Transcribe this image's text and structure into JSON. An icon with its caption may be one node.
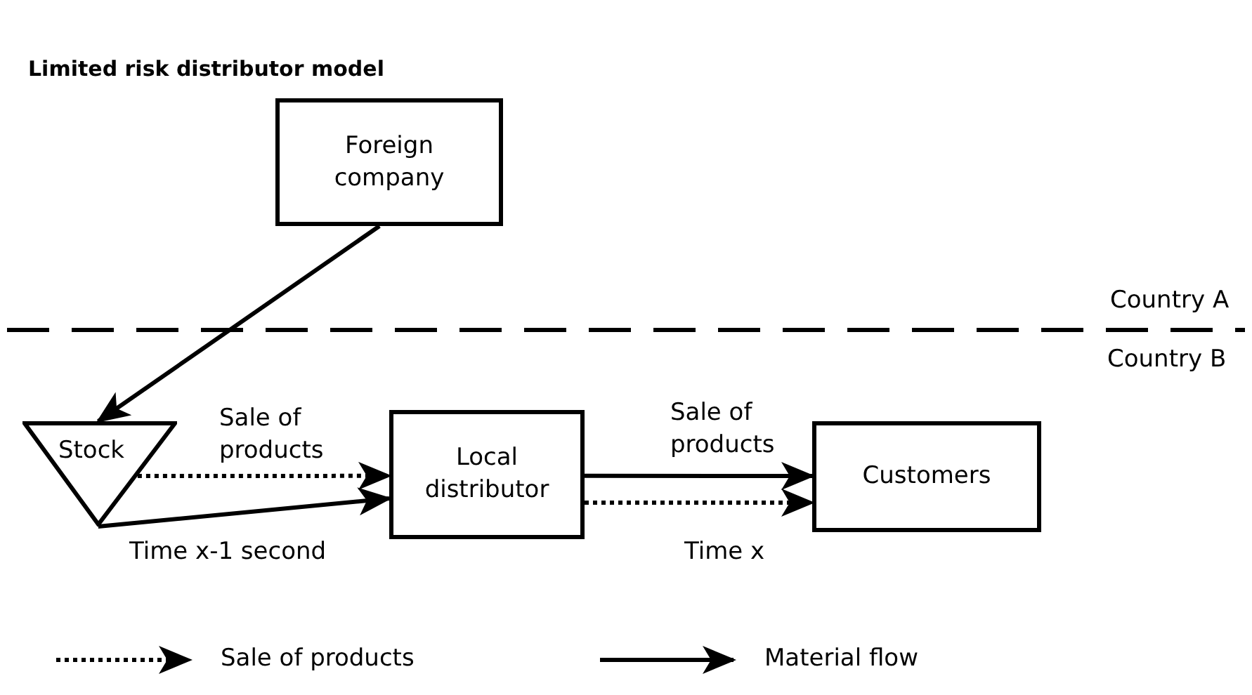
{
  "diagram": {
    "title": "Limited risk distributor model",
    "nodes": [
      {
        "text": [
          "Foreign company"
        ]
      },
      {
        "text": [
          "Stock"
        ]
      },
      {
        "text": [
          "Local distributor"
        ]
      },
      {
        "text": [
          "Customers"
        ]
      }
    ],
    "edges": [
      {
        "from": 0,
        "to": 1,
        "arrow": "to"
      },
      {
        "from": 1,
        "to": 2,
        "arrow": "to",
        "style": "dashed",
        "label": "Sale of products"
      },
      {
        "from": 1,
        "to": 2,
        "arrow": "to",
        "label": "Time x-1 second"
      },
      {
        "from": 2,
        "to": 3,
        "arrow": "to",
        "label": "Sale of products"
      },
      {
        "from": 2,
        "to": 3,
        "arrow": "to",
        "style": "dashed",
        "label": "Time x"
      }
    ],
    "labels": [
      "Country A",
      "Country B"
    ],
    "legend": [
      {
        "text": "Sale of products"
      },
      {
        "text": "Material flow"
      }
    ]
  }
}
